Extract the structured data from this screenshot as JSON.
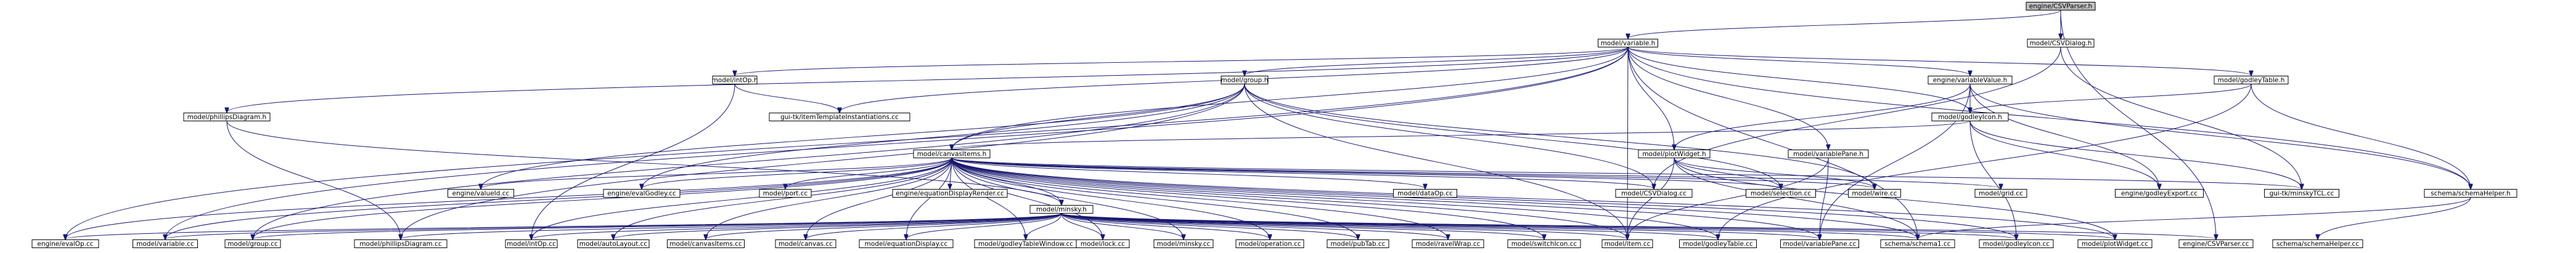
{
  "colors": {
    "edge": "#191970",
    "node_default_fill": "#ffffff",
    "node_default_stroke": "#000000",
    "node_root_fill": "#bfbfbf",
    "node_root_stroke": "#000000",
    "node_truncated_stroke": "#ff0000"
  },
  "nodes": [
    {
      "id": "csvparser_h",
      "label": "engine/CSVParser.h",
      "style": "root"
    },
    {
      "id": "variable_h",
      "label": "model/variable.h",
      "style": "default"
    },
    {
      "id": "csvdialog_h",
      "label": "model/CSVDialog.h",
      "style": "default"
    },
    {
      "id": "intop_h",
      "label": "model/intOp.h",
      "style": "truncated"
    },
    {
      "id": "group_h",
      "label": "model/group.h",
      "style": "truncated"
    },
    {
      "id": "variablevalue_h",
      "label": "engine/variableValue.h",
      "style": "truncated"
    },
    {
      "id": "godleytable_h",
      "label": "model/godleyTable.h",
      "style": "truncated"
    },
    {
      "id": "phillipsdiagram_h",
      "label": "model/phillipsDiagram.h",
      "style": "default"
    },
    {
      "id": "tit_cc",
      "label": "gui-tk/itemTemplateInstantiations.cc",
      "style": "default"
    },
    {
      "id": "godleyicon_h",
      "label": "model/godleyIcon.h",
      "style": "truncated"
    },
    {
      "id": "canvasitems_h",
      "label": "model/canvasItems.h",
      "style": "truncated"
    },
    {
      "id": "plotwidget_h",
      "label": "model/plotWidget.h",
      "style": "truncated"
    },
    {
      "id": "variablepane_h",
      "label": "model/variablePane.h",
      "style": "default"
    },
    {
      "id": "valueid_cc",
      "label": "engine/valueId.cc",
      "style": "default"
    },
    {
      "id": "evalgodley_cc",
      "label": "engine/evalGodley.cc",
      "style": "default"
    },
    {
      "id": "port_cc",
      "label": "model/port.cc",
      "style": "default"
    },
    {
      "id": "eqdisprender_cc",
      "label": "engine/equationDisplayRender.cc",
      "style": "default"
    },
    {
      "id": "minsky_h",
      "label": "model/minsky.h",
      "style": "truncated"
    },
    {
      "id": "dataop_cc",
      "label": "model/dataOp.cc",
      "style": "default"
    },
    {
      "id": "csvdialog_cc",
      "label": "model/CSVDialog.cc",
      "style": "default"
    },
    {
      "id": "selection_cc",
      "label": "model/selection.cc",
      "style": "default"
    },
    {
      "id": "wire_cc",
      "label": "model/wire.cc",
      "style": "default"
    },
    {
      "id": "grid_cc",
      "label": "model/grid.cc",
      "style": "default"
    },
    {
      "id": "godleyexport_cc",
      "label": "engine/godleyExport.cc",
      "style": "default"
    },
    {
      "id": "minskytcl_cc",
      "label": "gui-tk/minskyTCL.cc",
      "style": "default"
    },
    {
      "id": "schemahelper_h",
      "label": "schema/schemaHelper.h",
      "style": "truncated"
    },
    {
      "id": "evalop_cc",
      "label": "engine/evalOp.cc",
      "style": "default"
    },
    {
      "id": "variable_cc",
      "label": "model/variable.cc",
      "style": "default"
    },
    {
      "id": "group_cc",
      "label": "model/group.cc",
      "style": "default"
    },
    {
      "id": "phillipsdiagram_cc",
      "label": "model/phillipsDiagram.cc",
      "style": "default"
    },
    {
      "id": "intop_cc",
      "label": "model/intOp.cc",
      "style": "default"
    },
    {
      "id": "autolayout_cc",
      "label": "model/autoLayout.cc",
      "style": "default"
    },
    {
      "id": "canvasitems_cc",
      "label": "model/canvasItems.cc",
      "style": "default"
    },
    {
      "id": "canvas_cc",
      "label": "model/canvas.cc",
      "style": "default"
    },
    {
      "id": "eqdisplay_cc",
      "label": "model/equationDisplay.cc",
      "style": "default"
    },
    {
      "id": "godleytablewindow_cc",
      "label": "model/godleyTableWindow.cc",
      "style": "default"
    },
    {
      "id": "lock_cc",
      "label": "model/lock.cc",
      "style": "default"
    },
    {
      "id": "minsky_cc",
      "label": "model/minsky.cc",
      "style": "default"
    },
    {
      "id": "operation_cc",
      "label": "model/operation.cc",
      "style": "default"
    },
    {
      "id": "pubtab_cc",
      "label": "model/pubTab.cc",
      "style": "default"
    },
    {
      "id": "ravelwrap_cc",
      "label": "model/ravelWrap.cc",
      "style": "default"
    },
    {
      "id": "switchicon_cc",
      "label": "model/switchIcon.cc",
      "style": "default"
    },
    {
      "id": "item_cc",
      "label": "model/item.cc",
      "style": "default"
    },
    {
      "id": "godleytable_cc",
      "label": "model/godleyTable.cc",
      "style": "default"
    },
    {
      "id": "variablepane_cc",
      "label": "model/variablePane.cc",
      "style": "default"
    },
    {
      "id": "schema1_cc",
      "label": "schema/schema1.cc",
      "style": "default"
    },
    {
      "id": "godleyicon_cc",
      "label": "model/godleyIcon.cc",
      "style": "default"
    },
    {
      "id": "plotwidget_cc",
      "label": "model/plotWidget.cc",
      "style": "default"
    },
    {
      "id": "csvparser_cc",
      "label": "engine/CSVParser.cc",
      "style": "default"
    },
    {
      "id": "schemahelper_cc",
      "label": "schema/schemaHelper.cc",
      "style": "default"
    }
  ],
  "edges": [
    [
      "csvparser_h",
      "variable_h"
    ],
    [
      "csvparser_h",
      "csvdialog_h"
    ],
    [
      "csvparser_h",
      "csvparser_cc"
    ],
    [
      "variable_h",
      "intop_h"
    ],
    [
      "variable_h",
      "group_h"
    ],
    [
      "variable_h",
      "variablevalue_h"
    ],
    [
      "variable_h",
      "godleytable_h"
    ],
    [
      "variable_h",
      "canvasitems_h"
    ],
    [
      "variable_h",
      "plotwidget_h"
    ],
    [
      "variable_h",
      "variablepane_h"
    ],
    [
      "variable_h",
      "schemahelper_h"
    ],
    [
      "variable_h",
      "evalop_cc"
    ],
    [
      "variable_h",
      "variable_cc"
    ],
    [
      "variable_h",
      "phillipsdiagram_h"
    ],
    [
      "variable_h",
      "godleyicon_h"
    ],
    [
      "variable_h",
      "tit_cc"
    ],
    [
      "variable_h",
      "item_cc"
    ],
    [
      "variable_h",
      "schema1_cc"
    ],
    [
      "csvdialog_h",
      "csvdialog_cc"
    ],
    [
      "csvdialog_h",
      "minskytcl_cc"
    ],
    [
      "intop_h",
      "tit_cc"
    ],
    [
      "intop_h",
      "intop_cc"
    ],
    [
      "group_h",
      "canvasitems_h"
    ],
    [
      "group_h",
      "phillipsdiagram_cc"
    ],
    [
      "group_h",
      "group_cc"
    ],
    [
      "group_h",
      "selection_cc"
    ],
    [
      "group_h",
      "wire_cc"
    ],
    [
      "group_h",
      "evalgodley_cc"
    ],
    [
      "group_h",
      "csvdialog_cc"
    ],
    [
      "group_h",
      "item_cc"
    ],
    [
      "group_h",
      "valueid_cc"
    ],
    [
      "variablevalue_h",
      "godleyicon_h"
    ],
    [
      "variablevalue_h",
      "plotwidget_h"
    ],
    [
      "variablevalue_h",
      "schemahelper_h"
    ],
    [
      "variablevalue_h",
      "variablepane_cc"
    ],
    [
      "variablevalue_h",
      "godleyexport_cc"
    ],
    [
      "godleytable_h",
      "godleyicon_h"
    ],
    [
      "godleytable_h",
      "schemahelper_h"
    ],
    [
      "godleytable_h",
      "godleytable_cc"
    ],
    [
      "phillipsdiagram_h",
      "minsky_h"
    ],
    [
      "phillipsdiagram_h",
      "phillipsdiagram_cc"
    ],
    [
      "godleyicon_h",
      "canvasitems_h"
    ],
    [
      "godleyicon_h",
      "godleyexport_cc"
    ],
    [
      "godleyicon_h",
      "godleyicon_cc"
    ],
    [
      "godleyicon_h",
      "minskytcl_cc"
    ],
    [
      "canvasitems_h",
      "minsky_h"
    ],
    [
      "canvasitems_h",
      "valueid_cc"
    ],
    [
      "canvasitems_h",
      "evalgodley_cc"
    ],
    [
      "canvasitems_h",
      "port_cc"
    ],
    [
      "canvasitems_h",
      "eqdisprender_cc"
    ],
    [
      "canvasitems_h",
      "dataop_cc"
    ],
    [
      "canvasitems_h",
      "csvdialog_cc"
    ],
    [
      "canvasitems_h",
      "selection_cc"
    ],
    [
      "canvasitems_h",
      "wire_cc"
    ],
    [
      "canvasitems_h",
      "grid_cc"
    ],
    [
      "canvasitems_h",
      "minskytcl_cc"
    ],
    [
      "canvasitems_h",
      "evalop_cc"
    ],
    [
      "canvasitems_h",
      "variable_cc"
    ],
    [
      "canvasitems_h",
      "group_cc"
    ],
    [
      "canvasitems_h",
      "intop_cc"
    ],
    [
      "canvasitems_h",
      "autolayout_cc"
    ],
    [
      "canvasitems_h",
      "canvasitems_cc"
    ],
    [
      "canvasitems_h",
      "canvas_cc"
    ],
    [
      "canvasitems_h",
      "eqdisplay_cc"
    ],
    [
      "canvasitems_h",
      "godleytablewindow_cc"
    ],
    [
      "canvasitems_h",
      "lock_cc"
    ],
    [
      "canvasitems_h",
      "minsky_cc"
    ],
    [
      "canvasitems_h",
      "operation_cc"
    ],
    [
      "canvasitems_h",
      "pubtab_cc"
    ],
    [
      "canvasitems_h",
      "ravelwrap_cc"
    ],
    [
      "canvasitems_h",
      "switchicon_cc"
    ],
    [
      "canvasitems_h",
      "item_cc"
    ],
    [
      "canvasitems_h",
      "godleytable_cc"
    ],
    [
      "canvasitems_h",
      "variablepane_cc"
    ],
    [
      "canvasitems_h",
      "schema1_cc"
    ],
    [
      "canvasitems_h",
      "godleyicon_cc"
    ],
    [
      "canvasitems_h",
      "plotwidget_cc"
    ],
    [
      "plotwidget_h",
      "selection_cc"
    ],
    [
      "plotwidget_h",
      "wire_cc"
    ],
    [
      "plotwidget_h",
      "plotwidget_cc"
    ],
    [
      "plotwidget_h",
      "schema1_cc"
    ],
    [
      "plotwidget_h",
      "item_cc"
    ],
    [
      "variablepane_h",
      "variablepane_cc"
    ],
    [
      "variablepane_h",
      "item_cc"
    ],
    [
      "minsky_h",
      "evalop_cc"
    ],
    [
      "minsky_h",
      "variable_cc"
    ],
    [
      "minsky_h",
      "group_cc"
    ],
    [
      "minsky_h",
      "phillipsdiagram_cc"
    ],
    [
      "minsky_h",
      "intop_cc"
    ],
    [
      "minsky_h",
      "autolayout_cc"
    ],
    [
      "minsky_h",
      "canvasitems_cc"
    ],
    [
      "minsky_h",
      "canvas_cc"
    ],
    [
      "minsky_h",
      "eqdisplay_cc"
    ],
    [
      "minsky_h",
      "godleytablewindow_cc"
    ],
    [
      "minsky_h",
      "lock_cc"
    ],
    [
      "minsky_h",
      "minsky_cc"
    ],
    [
      "minsky_h",
      "operation_cc"
    ],
    [
      "minsky_h",
      "pubtab_cc"
    ],
    [
      "minsky_h",
      "ravelwrap_cc"
    ],
    [
      "minsky_h",
      "switchicon_cc"
    ],
    [
      "minsky_h",
      "item_cc"
    ],
    [
      "minsky_h",
      "godleytable_cc"
    ],
    [
      "minsky_h",
      "variablepane_cc"
    ],
    [
      "minsky_h",
      "schema1_cc"
    ],
    [
      "minsky_h",
      "godleyicon_cc"
    ],
    [
      "minsky_h",
      "plotwidget_cc"
    ],
    [
      "minsky_h",
      "csvparser_cc"
    ],
    [
      "schemahelper_h",
      "schemahelper_cc"
    ],
    [
      "schemahelper_h",
      "schema1_cc"
    ]
  ]
}
